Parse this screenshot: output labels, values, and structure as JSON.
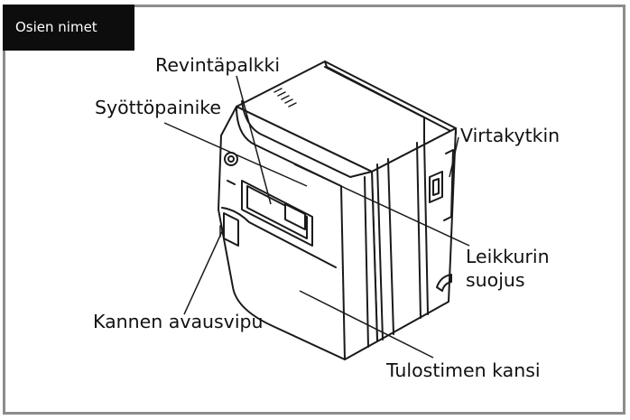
{
  "title": "Osien nimet",
  "labels": {
    "tear_bar": "Revintäpalkki",
    "feed_button": "Syöttöpainike",
    "power_switch": "Virtakytkin",
    "cutter_cover_line1": "Leikkurin",
    "cutter_cover_line2": "suojus",
    "cover_lever": "Kannen avausvipu",
    "printer_cover": "Tulostimen kansi"
  }
}
